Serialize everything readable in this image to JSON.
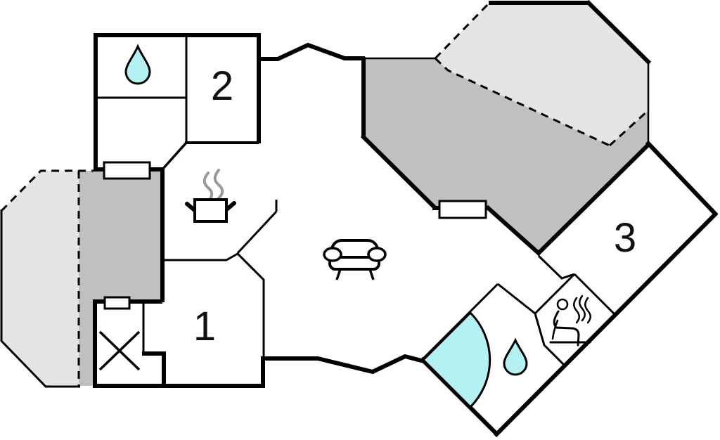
{
  "floorplan": {
    "rooms": [
      {
        "id": "room-1",
        "label": "1"
      },
      {
        "id": "room-2",
        "label": "2"
      },
      {
        "id": "room-3",
        "label": "3"
      }
    ],
    "icons": [
      {
        "name": "water-drop-icon",
        "area": "ensuite"
      },
      {
        "name": "cooking-pot-steam-icon",
        "area": "kitchen"
      },
      {
        "name": "sofa-icon",
        "area": "living-room"
      },
      {
        "name": "corner-bathtub-icon",
        "area": "bathroom"
      },
      {
        "name": "water-drop-icon",
        "area": "bathroom"
      },
      {
        "name": "sauna-person-icon",
        "area": "sauna"
      },
      {
        "name": "x-mark-icon",
        "area": "storage-room"
      }
    ],
    "colors": {
      "wall": "#000000",
      "terrace": "#c0c0c0",
      "covered_terrace": "#e5e5e5",
      "water": "#b3f1f3",
      "steam_gray": "#999999",
      "label": "#111111",
      "background": "#ffffff"
    }
  }
}
